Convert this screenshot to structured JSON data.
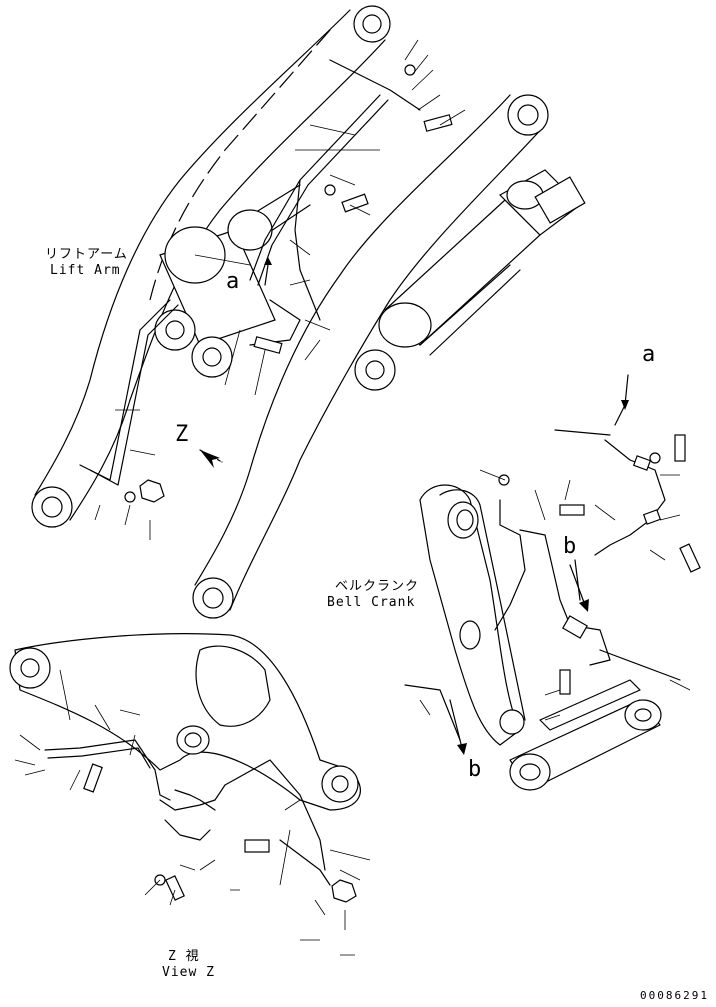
{
  "labels": {
    "lift_arm_jp": "リフトアーム",
    "lift_arm_en": "Lift Arm",
    "bell_crank_jp": "ベルクランク",
    "bell_crank_en": "Bell Crank",
    "view_z_jp": "Z 視",
    "view_z_en": "View Z",
    "ref_a_top": "a",
    "ref_a_right": "a",
    "ref_b_upper": "b",
    "ref_b_lower": "b",
    "ref_z": "Z",
    "doc_number": "00086291"
  }
}
